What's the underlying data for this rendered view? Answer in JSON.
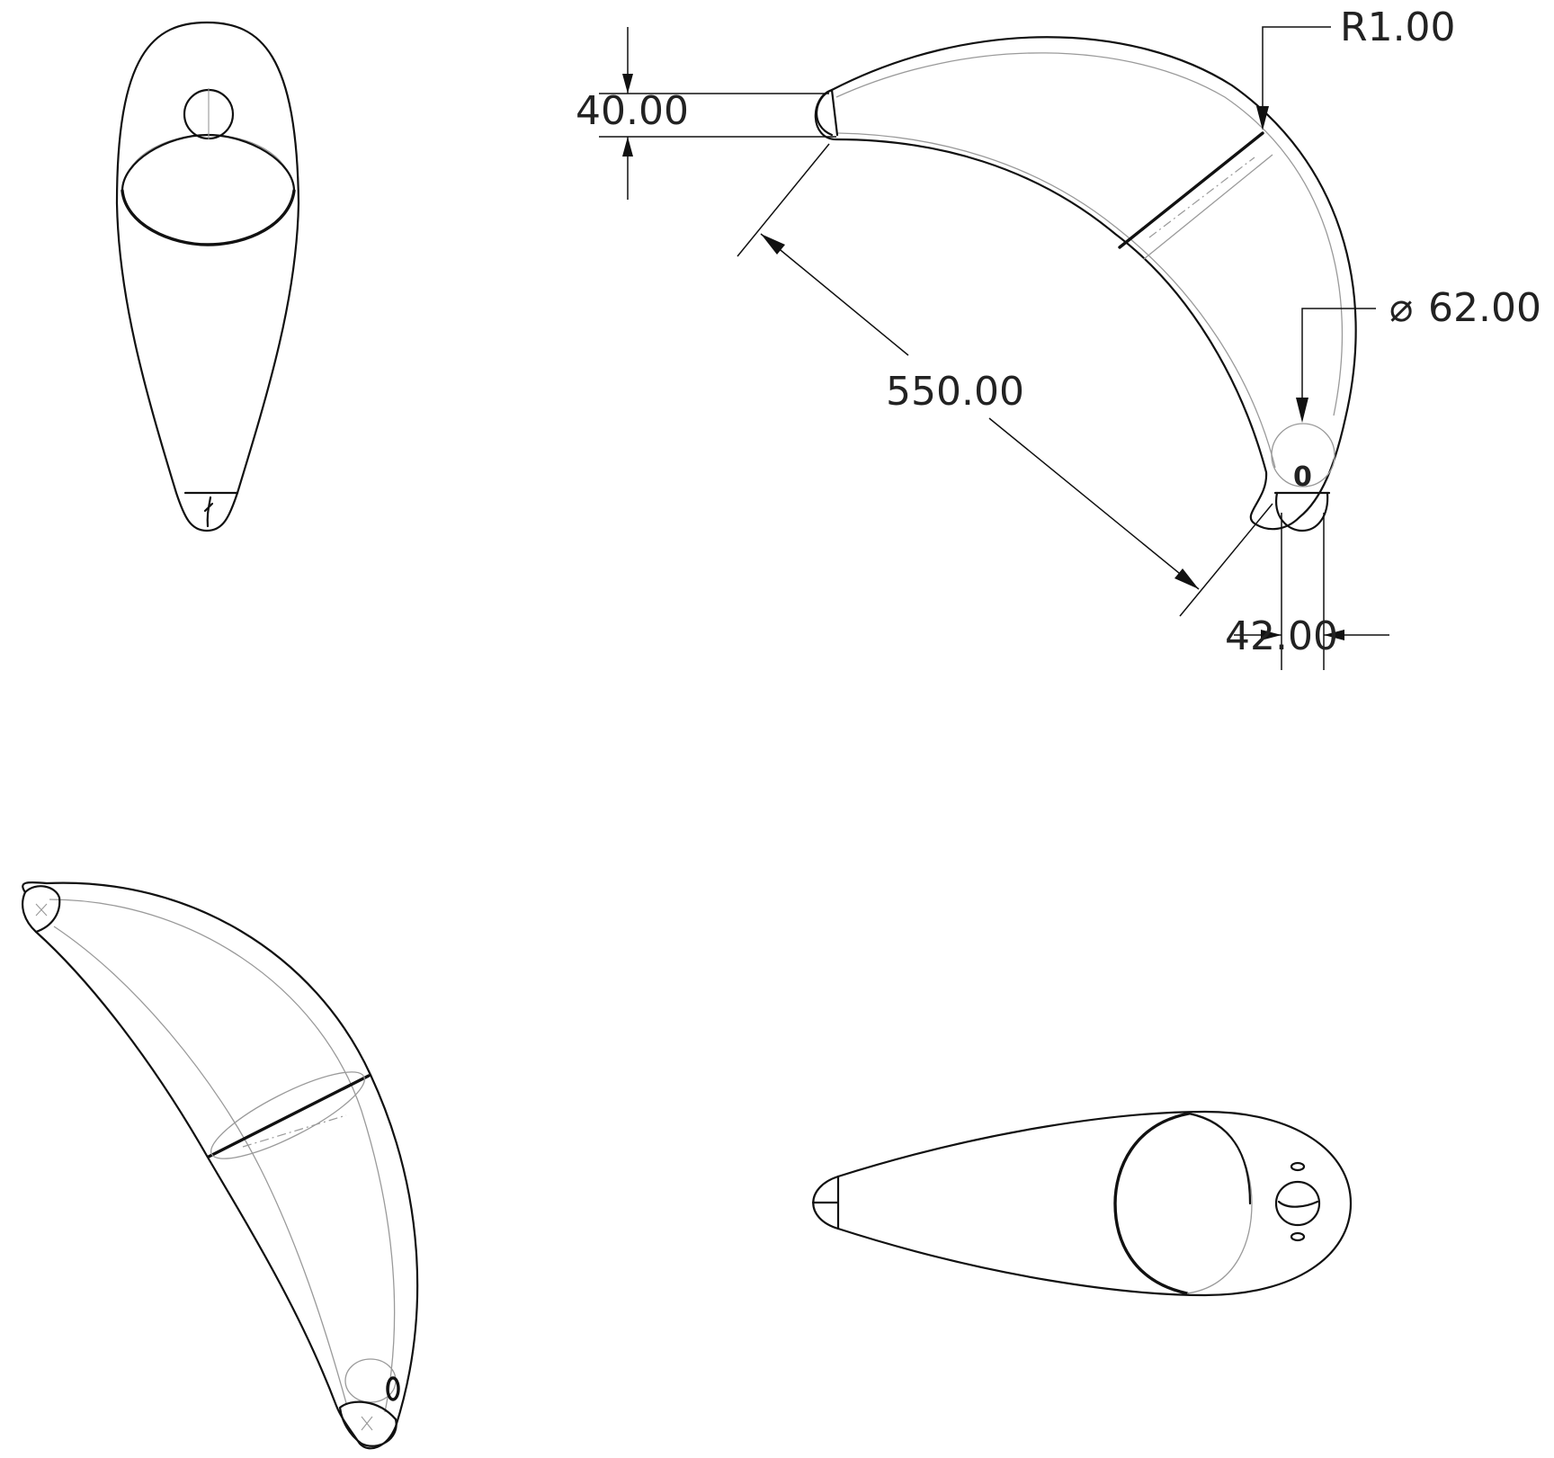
{
  "dimensions": {
    "radius": "R1.00",
    "diameter_symbol": "⌀",
    "diameter_value": "62.00",
    "length": "550.00",
    "tip_height": "40.00",
    "tip_width": "42.00"
  },
  "labels": {
    "hole_marker": "0"
  }
}
